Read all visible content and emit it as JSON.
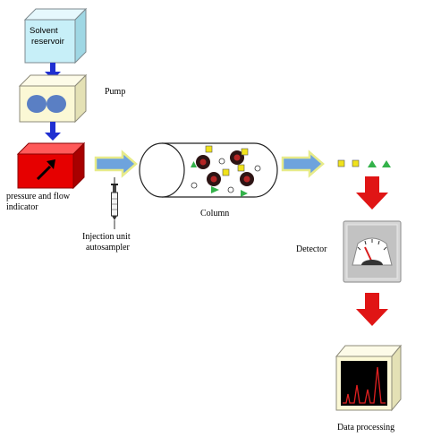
{
  "labels": {
    "solvent_line1": "Solvent",
    "solvent_line2": "reservoir",
    "pump": "Pump",
    "pressure_line1": "pressure and flow",
    "pressure_line2": "indicator",
    "injection_line1": "Injection unit",
    "injection_line2": "autosampler",
    "column": "Column",
    "detector": "Detector",
    "data_processing": "Data processing"
  },
  "colors": {
    "solvent_box": "#c7eff8",
    "pump_box": "#fbf8d5",
    "pump_disc": "#5a7fc4",
    "pressure_box": "#e60000",
    "down_arrow_blue": "#1f2fd1",
    "flow_arrow_fill": "#6ea3dd",
    "flow_arrow_stroke": "#e7eb8a",
    "red_arrow": "#e01515",
    "square_marker": "#f0e21b",
    "triangle_marker": "#33b24a",
    "bead": "#2d1414",
    "bead_core": "#b52424",
    "monitor_screen": "#000000",
    "monitor_trace": "#e02020"
  },
  "icons": {
    "pressure_gauge": "arrow-icon",
    "detector_meter": "gauge-icon",
    "syringe": "syringe-icon"
  }
}
